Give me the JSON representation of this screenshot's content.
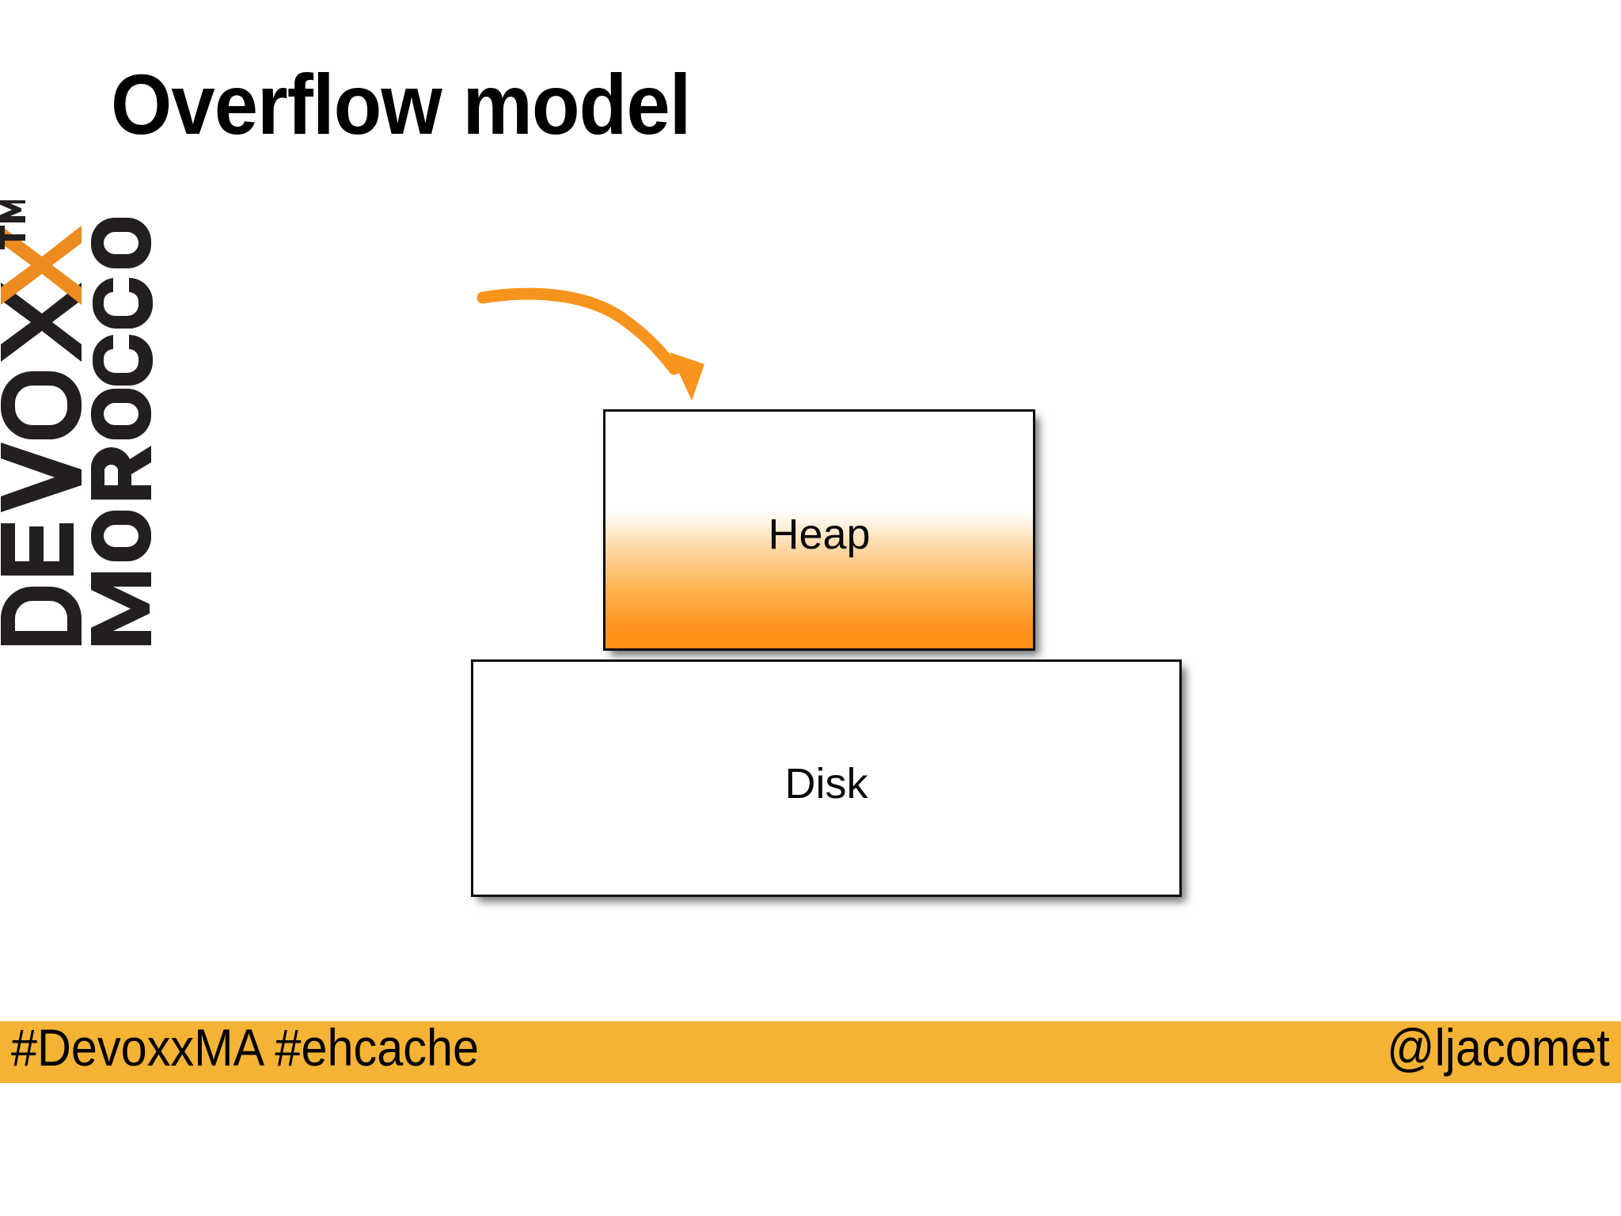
{
  "slide": {
    "title": "Overflow model",
    "background_color": "#ffffff"
  },
  "logo": {
    "name": "devoxx-morocco-logo",
    "brand_text": "DEVOXX",
    "location_text": "MOROCCO",
    "trademark_text": "TM",
    "brand_color_dark": "#231f20",
    "brand_color_accent": "#ed8b1f",
    "orientation": "vertical-rotated-90"
  },
  "diagram": {
    "type": "tiered-storage-overflow",
    "arrow": {
      "name": "overflow-arrow",
      "color": "#f7941e",
      "direction": "curves right then down into heap tier"
    },
    "tiers": [
      {
        "id": "heap",
        "label": "Heap",
        "fill": "white-to-orange-gradient",
        "fill_top_color": "#ffffff",
        "fill_bottom_color": "#ff8f14",
        "border_color": "#0d0d0d"
      },
      {
        "id": "disk",
        "label": "Disk",
        "fill": "#ffffff",
        "fill_top_color": "#ffffff",
        "fill_bottom_color": "#ffffff",
        "border_color": "#0d0d0d"
      }
    ]
  },
  "footer": {
    "bar_color": "#f5b335",
    "left_text": "#DevoxxMA #ehcache",
    "right_text": "@ljacomet"
  }
}
